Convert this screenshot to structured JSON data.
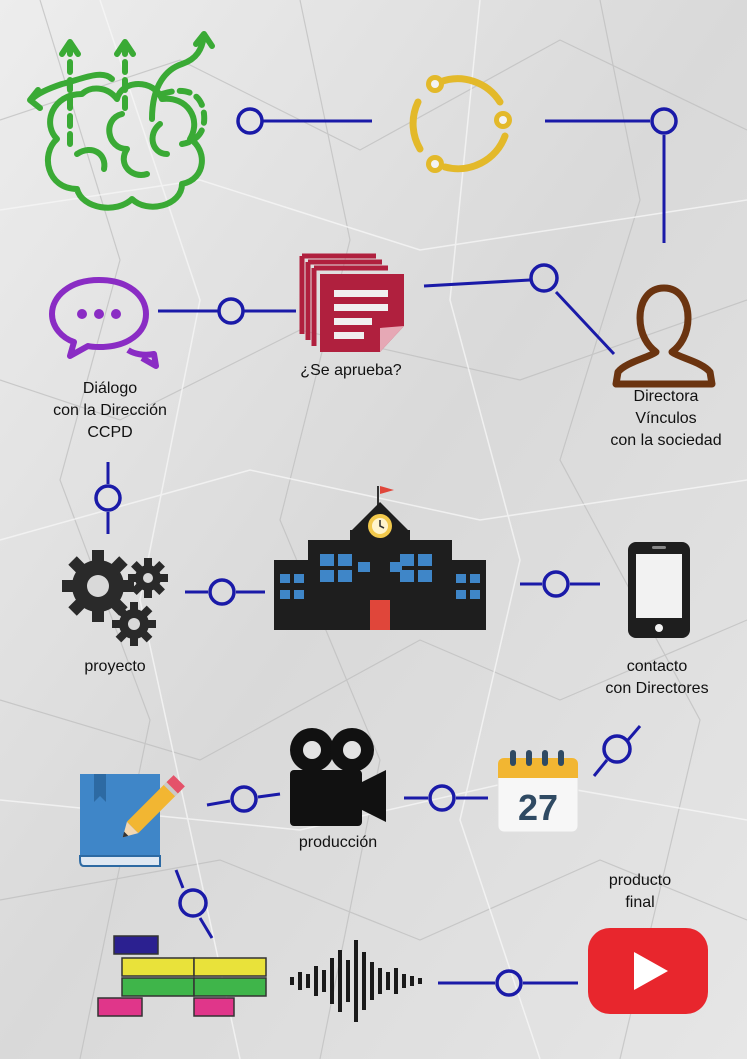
{
  "colors": {
    "connector": "#1a1aa8",
    "brain": "#3aaa35",
    "cycle": "#e3b92a",
    "chat": "#8a2cc4",
    "document": "#b0203e",
    "person": "#6b3410",
    "building": "#1e1e1e",
    "window": "#3f86c8",
    "youtube": "#e8262d"
  },
  "icons": {
    "brain": "brain-paths-icon",
    "cycle": "cycle-icon",
    "chat": "chat-bubbles-icon",
    "document": "document-stack-icon",
    "person": "person-icon",
    "gears": "gears-icon",
    "school": "school-building-icon",
    "phone": "smartphone-icon",
    "book": "book-pencil-icon",
    "camera": "video-camera-icon",
    "calendar": "calendar-icon",
    "blocks": "editing-timeline-icon",
    "audio": "audio-waveform-icon",
    "youtube": "youtube-play-icon"
  },
  "calendar_day": "27",
  "labels": {
    "dialogo": [
      "Diálogo",
      "con la Dirección",
      "CCPD"
    ],
    "aprueba": [
      "¿Se aprueba?"
    ],
    "directora": [
      "Directora",
      "Vínculos",
      "con la sociedad"
    ],
    "proyecto": [
      "proyecto"
    ],
    "contacto": [
      "contacto",
      "con Directores"
    ],
    "produccion": [
      "producción"
    ],
    "producto": [
      "producto",
      "final"
    ]
  }
}
